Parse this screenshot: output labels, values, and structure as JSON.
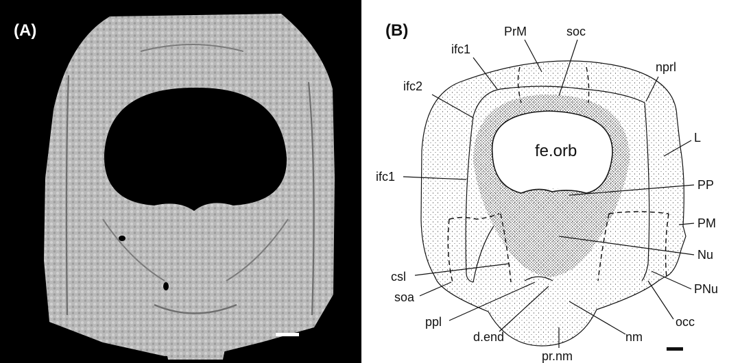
{
  "panel_a": {
    "letter": "(A)",
    "background": "#000000",
    "specimen_color": "#b9b9b9"
  },
  "panel_b": {
    "letter": "(B)",
    "line_color": "#111111",
    "labels": {
      "prm": "PrM",
      "soc": "soc",
      "ifc1_top": "ifc1",
      "nprl": "nprl",
      "ifc2": "ifc2",
      "l": "L",
      "fe_orb": "fe.orb",
      "ifc1_left": "ifc1",
      "pp": "PP",
      "pm": "PM",
      "nu": "Nu",
      "csl": "csl",
      "soa": "soa",
      "pnu": "PNu",
      "ppl": "ppl",
      "d_end": "d.end",
      "pr_nm": "pr.nm",
      "nm": "nm",
      "occ": "occ"
    }
  }
}
